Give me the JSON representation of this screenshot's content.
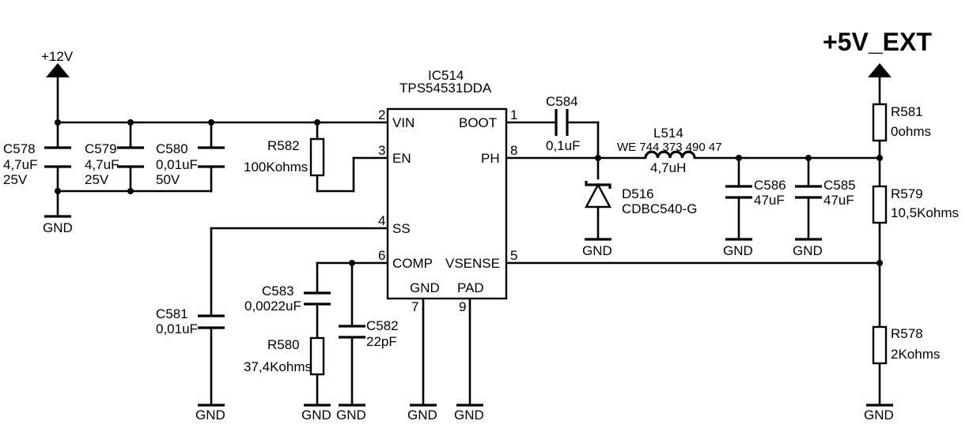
{
  "ic": {
    "ref": "IC514",
    "part": "TPS54531DDA",
    "pins": {
      "vin": {
        "num": "2",
        "name": "VIN"
      },
      "en": {
        "num": "3",
        "name": "EN"
      },
      "ss": {
        "num": "4",
        "name": "SS"
      },
      "comp": {
        "num": "6",
        "name": "COMP"
      },
      "boot": {
        "num": "1",
        "name": "BOOT"
      },
      "ph": {
        "num": "8",
        "name": "PH"
      },
      "vsense": {
        "num": "5",
        "name": "VSENSE"
      },
      "gnd": {
        "num": "7",
        "name": "GND"
      },
      "pad": {
        "num": "9",
        "name": "PAD"
      }
    }
  },
  "power": {
    "in_label": "+12V",
    "out_label": "+5V_EXT",
    "gnd_label": "GND"
  },
  "components": {
    "c578": {
      "ref": "C578",
      "value": "4,7uF",
      "rating": "25V"
    },
    "c579": {
      "ref": "C579",
      "value": "4,7uF",
      "rating": "25V"
    },
    "c580": {
      "ref": "C580",
      "value": "0,01uF",
      "rating": "50V"
    },
    "r582": {
      "ref": "R582",
      "value": "100Kohms"
    },
    "c581": {
      "ref": "C581",
      "value": "0,01uF"
    },
    "c583": {
      "ref": "C583",
      "value": "0,0022uF"
    },
    "r580": {
      "ref": "R580",
      "value": "37,4Kohms"
    },
    "c582": {
      "ref": "C582",
      "value": "22pF"
    },
    "c584": {
      "ref": "C584",
      "value": "0,1uF"
    },
    "l514": {
      "ref": "L514",
      "part": "WE 744 373 490 47",
      "value": "4,7uH"
    },
    "d516": {
      "ref": "D516",
      "part": "CDBC540-G"
    },
    "c586": {
      "ref": "C586",
      "value": "47uF"
    },
    "c585": {
      "ref": "C585",
      "value": "47uF"
    },
    "r581": {
      "ref": "R581",
      "value": "0ohms"
    },
    "r579": {
      "ref": "R579",
      "value": "10,5Kohms"
    },
    "r578": {
      "ref": "R578",
      "value": "2Kohms"
    }
  }
}
